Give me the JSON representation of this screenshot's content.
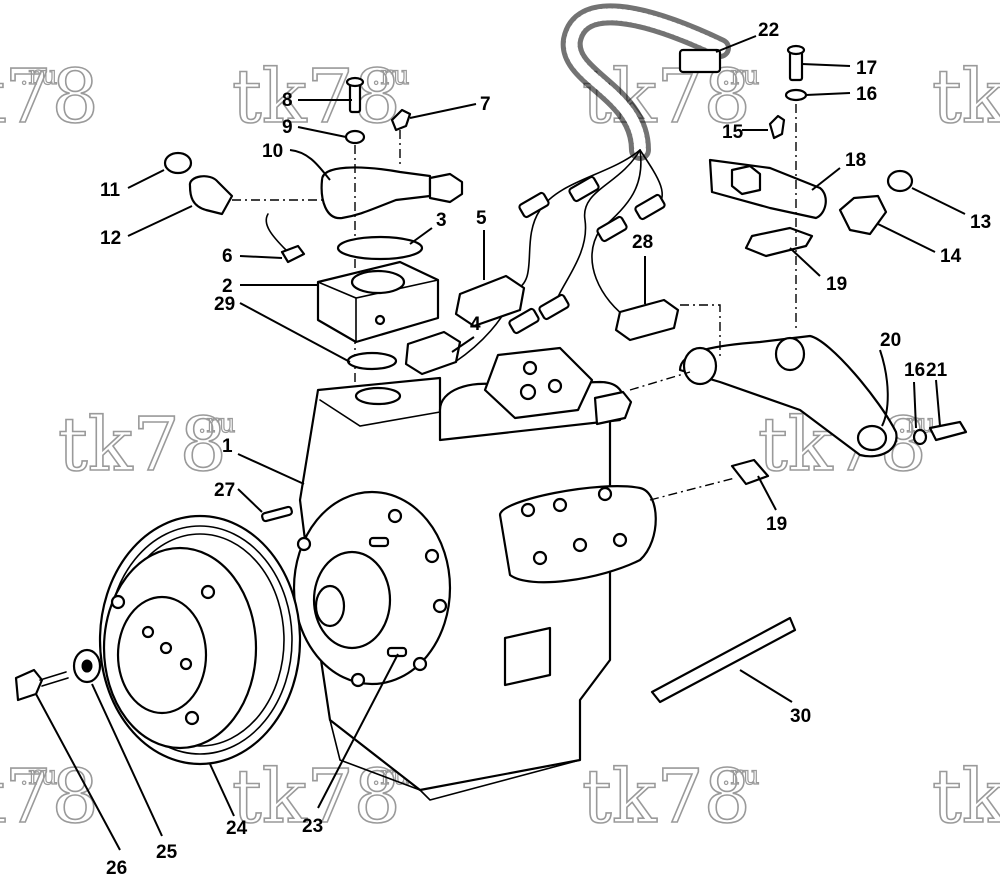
{
  "watermark": {
    "text": "tk78",
    "suffix": ".ru"
  },
  "callouts": [
    {
      "id": "c1",
      "label": "1"
    },
    {
      "id": "c2",
      "label": "2"
    },
    {
      "id": "c3",
      "label": "3"
    },
    {
      "id": "c4",
      "label": "4"
    },
    {
      "id": "c5",
      "label": "5"
    },
    {
      "id": "c6",
      "label": "6"
    },
    {
      "id": "c7",
      "label": "7"
    },
    {
      "id": "c8",
      "label": "8"
    },
    {
      "id": "c9",
      "label": "9"
    },
    {
      "id": "c10",
      "label": "10"
    },
    {
      "id": "c11",
      "label": "11"
    },
    {
      "id": "c12",
      "label": "12"
    },
    {
      "id": "c13",
      "label": "13"
    },
    {
      "id": "c14",
      "label": "14"
    },
    {
      "id": "c15",
      "label": "15"
    },
    {
      "id": "c16a",
      "label": "16"
    },
    {
      "id": "c16b",
      "label": "16"
    },
    {
      "id": "c17",
      "label": "17"
    },
    {
      "id": "c18",
      "label": "18"
    },
    {
      "id": "c19a",
      "label": "19"
    },
    {
      "id": "c19b",
      "label": "19"
    },
    {
      "id": "c20",
      "label": "20"
    },
    {
      "id": "c21",
      "label": "21"
    },
    {
      "id": "c22",
      "label": "22"
    },
    {
      "id": "c23",
      "label": "23"
    },
    {
      "id": "c24",
      "label": "24"
    },
    {
      "id": "c25",
      "label": "25"
    },
    {
      "id": "c26",
      "label": "26"
    },
    {
      "id": "c27",
      "label": "27"
    },
    {
      "id": "c28",
      "label": "28"
    },
    {
      "id": "c29",
      "label": "29"
    },
    {
      "id": "c30",
      "label": "30"
    }
  ]
}
